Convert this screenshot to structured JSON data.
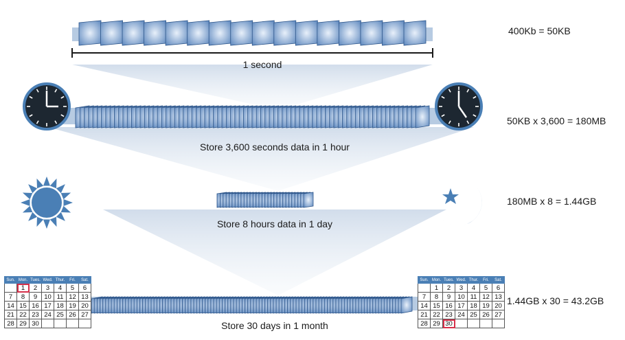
{
  "rows": [
    {
      "label": "1 second",
      "formula": "400Kb = 50KB"
    },
    {
      "label": "Store 3,600 seconds data in 1 hour",
      "formula": "50KB x 3,600 = 180MB"
    },
    {
      "label": "Store 8 hours data in 1 day",
      "formula": "180MB x 8 = 1.44GB"
    },
    {
      "label": "Store 30 days in 1 month",
      "formula": "1.44GB x 30 = 43.2GB"
    }
  ],
  "calendar": {
    "weekdays": [
      "Sun.",
      "Mon.",
      "Tues.",
      "Wed.",
      "Thur.",
      "Fri.",
      "Sat."
    ],
    "weeks": [
      [
        "",
        "1",
        "2",
        "3",
        "4",
        "5",
        "6"
      ],
      [
        "7",
        "8",
        "9",
        "10",
        "11",
        "12",
        "13"
      ],
      [
        "14",
        "15",
        "16",
        "17",
        "18",
        "19",
        "20"
      ],
      [
        "21",
        "22",
        "23",
        "24",
        "25",
        "26",
        "27"
      ],
      [
        "28",
        "29",
        "30",
        "",
        "",
        "",
        ""
      ]
    ],
    "left_highlight": "1",
    "right_highlight": "30"
  },
  "colors": {
    "accent": "#4a7fb5",
    "highlight": "#d6304a",
    "funnel": "#dde6f1"
  },
  "icons": [
    "clock-icon",
    "sun-icon",
    "moon-star-icon",
    "calendar-icon",
    "frame-stack-icon"
  ]
}
